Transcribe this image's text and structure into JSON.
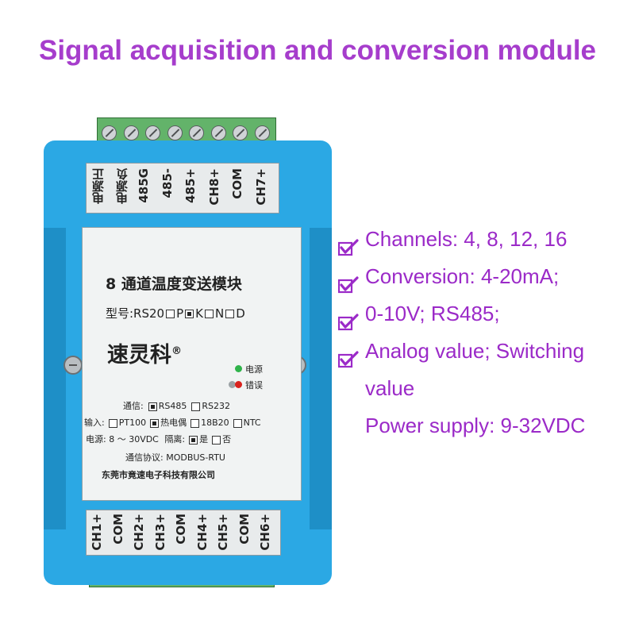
{
  "headline": "Signal acquisition and conversion module",
  "features": {
    "rows": [
      {
        "text": "Channels: 4, 8, 12, 16",
        "checked": true
      },
      {
        "text": "Conversion: 4-20mA;",
        "checked": true
      },
      {
        "text": "0-10V; RS485;",
        "checked": true
      },
      {
        "text": "Analog value; Switching",
        "checked": true
      }
    ],
    "continuation": "value",
    "extra": "Power supply: 9-32VDC"
  },
  "device": {
    "top_labels": [
      "电源正",
      "电源负",
      "485G",
      "485-",
      "485+",
      "CH8+",
      "COM",
      "CH7+"
    ],
    "bottom_labels": [
      "CH1+",
      "COM",
      "CH2+",
      "CH3+",
      "COM",
      "CH4+",
      "CH5+",
      "COM",
      "CH6+"
    ],
    "title": "8 通道温度变送模块",
    "model_prefix": "型号:RS20",
    "model_options": [
      {
        "label": "P",
        "checked": false
      },
      {
        "label": "K",
        "checked": true
      },
      {
        "label": "N",
        "checked": false
      },
      {
        "label": "D",
        "checked": false
      }
    ],
    "brand": "速灵科",
    "brand_mark": "®",
    "led_power_label": "电源",
    "led_error_label": "错误",
    "comm_label": "通信:",
    "comm_options": [
      {
        "label": "RS485",
        "checked": true
      },
      {
        "label": "RS232",
        "checked": false
      }
    ],
    "input_label": "输入:",
    "input_options": [
      {
        "label": "PT100",
        "checked": false
      },
      {
        "label": "热电偶",
        "checked": true
      },
      {
        "label": "18B20",
        "checked": false
      },
      {
        "label": "NTC",
        "checked": false
      }
    ],
    "power_text": "电源: 8 ～ 30VDC",
    "isolation_label": "隔离:",
    "isolation_options": [
      {
        "label": "是",
        "checked": true
      },
      {
        "label": "否",
        "checked": false
      }
    ],
    "protocol": "通信协议: MODBUS-RTU",
    "company": "东莞市竟速电子科技有限公司",
    "colors": {
      "body": "#2ba8e4",
      "terminal": "#63b36a",
      "led_power": "#2fb34a",
      "led_error": "#d9221d",
      "accent": "#9b2ac8"
    }
  }
}
